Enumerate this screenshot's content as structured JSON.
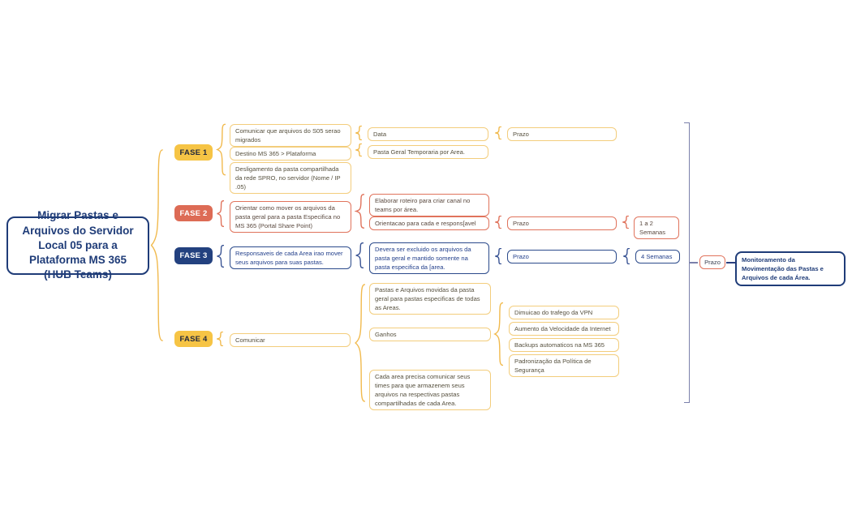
{
  "colors": {
    "navy": "#1F3C78",
    "yellow": "#F6C445",
    "salmon": "#DD6B55",
    "yellow_border": "#F3CD7C",
    "bracket_slate": "#7A80AB"
  },
  "root": {
    "label": "Migrar Pastas e Arquivos do Servidor Local 05 para a Plataforma MS 365 (HUB Teams)"
  },
  "phases": [
    {
      "label": "FASE 1",
      "children": [
        {
          "label": "Comunicar que arquivos do S05 serao migrados",
          "children": [
            {
              "label": "Data",
              "children": [
                {
                  "label": "Prazo"
                }
              ]
            }
          ]
        },
        {
          "label": "Destino MS 365 > Plataforma",
          "children": [
            {
              "label": "Pasta Geral Temporaria por Area."
            }
          ]
        },
        {
          "label": "Desligamento da pasta compartilhada da rede SPRO, no servidor (Nome / IP .05)"
        }
      ]
    },
    {
      "label": "FASE 2",
      "children": [
        {
          "label": "Orientar como mover os arquivos da pasta geral para a pasta Especifica no MS 365 (Portal Share Point)",
          "children": [
            {
              "label": "Elaborar roteiro para criar canal no teams por área."
            },
            {
              "label": "Orientacao para cada e respons[avel",
              "children": [
                {
                  "label": "Prazo",
                  "children": [
                    {
                      "label": "1 a 2 Semanas"
                    }
                  ]
                }
              ]
            }
          ]
        }
      ]
    },
    {
      "label": "FASE 3",
      "children": [
        {
          "label": "Responsaveis de cada Area irao mover seus arquivos para suas pastas.",
          "children": [
            {
              "label": "Devera ser excluido os arquivos da pasta geral e mantido somente na pasta especifica da [area.",
              "children": [
                {
                  "label": "Prazo",
                  "children": [
                    {
                      "label": "4 Semanas"
                    }
                  ]
                }
              ]
            }
          ]
        }
      ]
    },
    {
      "label": "FASE 4",
      "children": [
        {
          "label": "Comunicar",
          "children": [
            {
              "label": "Pastas e Arquivos movidas da pasta geral para pastas especificas de todas as Areas."
            },
            {
              "label": "Ganhos",
              "children": [
                {
                  "label": "Dimuicao do trafego da VPN"
                },
                {
                  "label": "Aumento da Velocidade da Internet"
                },
                {
                  "label": "Backups automaticos na MS 365"
                },
                {
                  "label": "Padronização da Política de Segurança"
                }
              ]
            },
            {
              "label": "Cada area precisa comunicar seus times para que armazenem seus arquivos na respectivas pastas compartilhadas de cada Area."
            }
          ]
        }
      ]
    }
  ],
  "summary": {
    "prazo": "Prazo",
    "monitor": "Monitoramento da Movimentação das Pastas e Arquivos de cada Área."
  }
}
